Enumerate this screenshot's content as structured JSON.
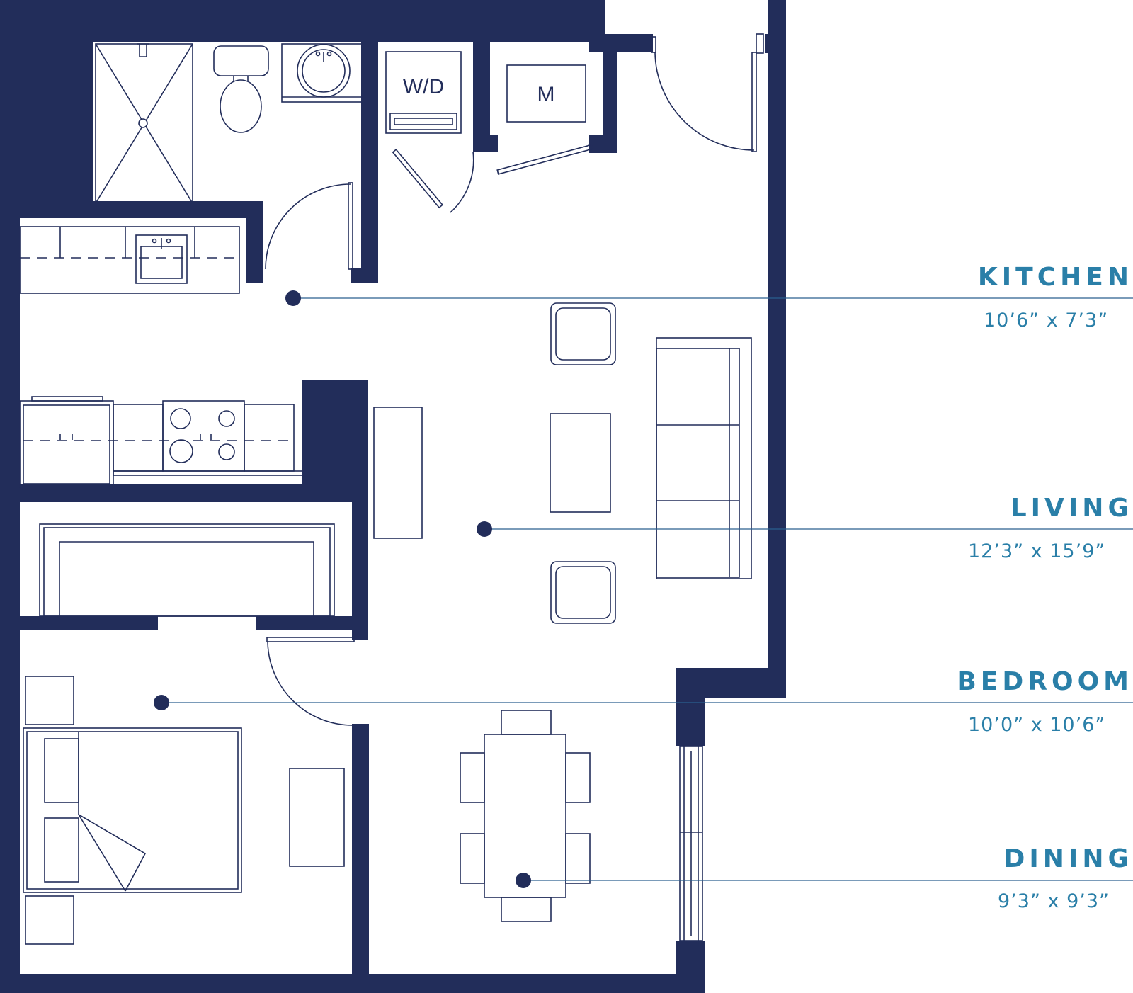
{
  "rooms": {
    "kitchen": {
      "name": "KITCHEN",
      "dims": "10’6” x 7’3”"
    },
    "living": {
      "name": "LIVING",
      "dims": "12’3” x 15’9”"
    },
    "bedroom": {
      "name": "BEDROOM",
      "dims": "10’0” x 10’6”"
    },
    "dining": {
      "name": "DINING",
      "dims": "9’3” x 9’3”"
    }
  },
  "fixtures": {
    "washer_dryer": "W/D",
    "mechanical": "M"
  },
  "colors": {
    "wall": "#222d5a",
    "label": "#2a7fa8",
    "leader": "#2a5f8f"
  }
}
